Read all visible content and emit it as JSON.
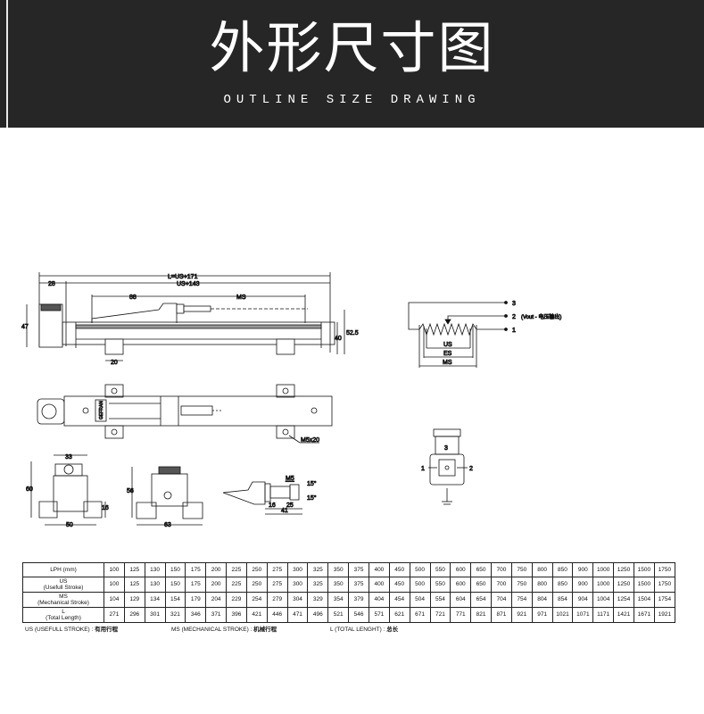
{
  "header": {
    "title_cn": "外形尺寸图",
    "title_en": "OUTLINE SIZE DRAWING"
  },
  "side_view": {
    "l_dim": "L=US+171",
    "us_dim": "US+143",
    "left_dim": "28",
    "dim_88": "88",
    "ms_dim": "MS",
    "height_47": "47",
    "height_40": "40",
    "height_52_5": "52.5",
    "foot_20": "20"
  },
  "top_view": {
    "screw_label": "M5x20",
    "brand_label": "GEFRAN"
  },
  "schematic": {
    "pin3": "3",
    "pin2": "2",
    "pin2_desc": "(Vout - 电压输出)",
    "pin1": "1",
    "us": "US",
    "es": "ES",
    "ms": "MS"
  },
  "end_views": {
    "w33": "33",
    "h60": "60",
    "h16": "16",
    "w50": "50",
    "h56": "56",
    "w63": "63"
  },
  "rod_end": {
    "thread": "M5",
    "angle_top": "15°",
    "angle_bottom": "15°",
    "d16": "16",
    "d25": "25",
    "d41": "41"
  },
  "connector": {
    "pin1": "1",
    "pin2": "2",
    "pin3": "3"
  },
  "table": {
    "rows": [
      {
        "label": [
          "LPH (mm)"
        ],
        "values": [
          "100",
          "125",
          "130",
          "150",
          "175",
          "200",
          "225",
          "250",
          "275",
          "300",
          "325",
          "350",
          "375",
          "400",
          "450",
          "500",
          "550",
          "600",
          "650",
          "700",
          "750",
          "800",
          "850",
          "900",
          "1000",
          "1250",
          "1500",
          "1750"
        ]
      },
      {
        "label": [
          "US",
          "(Usefull Stroke)"
        ],
        "values": [
          "100",
          "125",
          "130",
          "150",
          "175",
          "200",
          "225",
          "250",
          "275",
          "300",
          "325",
          "350",
          "375",
          "400",
          "450",
          "500",
          "550",
          "600",
          "650",
          "700",
          "750",
          "800",
          "850",
          "900",
          "1000",
          "1250",
          "1500",
          "1750"
        ]
      },
      {
        "label": [
          "MS",
          "(Mechanical Stroke)"
        ],
        "values": [
          "104",
          "129",
          "134",
          "154",
          "179",
          "204",
          "229",
          "254",
          "279",
          "304",
          "329",
          "354",
          "379",
          "404",
          "454",
          "504",
          "554",
          "604",
          "654",
          "704",
          "754",
          "804",
          "854",
          "904",
          "1004",
          "1254",
          "1504",
          "1754"
        ]
      },
      {
        "label": [
          "L",
          "(Total Length)"
        ],
        "values": [
          "271",
          "296",
          "301",
          "321",
          "346",
          "371",
          "396",
          "421",
          "446",
          "471",
          "496",
          "521",
          "546",
          "571",
          "621",
          "671",
          "721",
          "771",
          "821",
          "871",
          "921",
          "971",
          "1021",
          "1071",
          "1171",
          "1421",
          "1671",
          "1921"
        ]
      }
    ]
  },
  "notes": {
    "us": "US (USEFULL STROKE) : ",
    "us_cn": "有用行程",
    "ms": "MS (MECHANICAL STROKE) : ",
    "ms_cn": "机械行程",
    "l": "L (TOTAL LENGHT) : ",
    "l_cn": "总长"
  }
}
